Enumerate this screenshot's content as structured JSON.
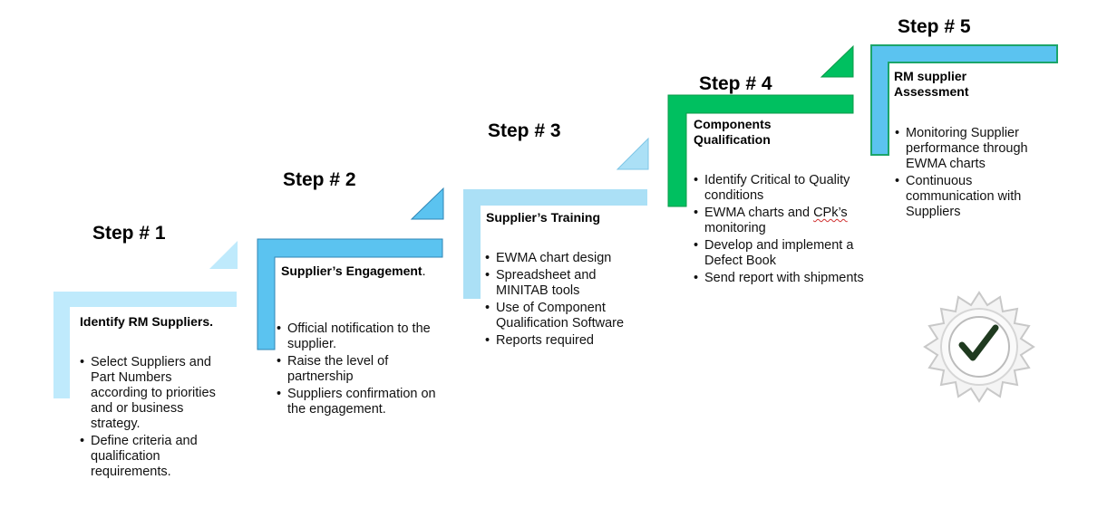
{
  "colors": {
    "step1": "#bfeafc",
    "step2": "#5bc3f0",
    "step2_stroke": "#2f86b5",
    "step3": "#abe0f6",
    "step4": "#00c060",
    "step4_stroke": "#0a9a48",
    "step5": "#5bc3f0",
    "step5_stroke": "#1ba56a"
  },
  "steps": [
    {
      "heading": "Step # 1",
      "title": "Identify RM Suppliers.",
      "bullets": [
        "Select Suppliers and Part Numbers according to priorities and or business strategy.",
        "Define criteria and qualification requirements."
      ]
    },
    {
      "heading": "Step # 2",
      "title_main": "Supplier’s Engagement",
      "title_suffix": ".",
      "bullets": [
        " Official notification to the supplier.",
        "Raise the level of partnership",
        " Suppliers  confirmation on the engagement."
      ]
    },
    {
      "heading": "Step # 3",
      "title": "Supplier’s Training",
      "bullets": [
        "EWMA chart design",
        "Spreadsheet and MINITAB tools",
        "Use of Component Qualification Software",
        "Reports required"
      ]
    },
    {
      "heading": "Step # 4",
      "title": "Components Qualification",
      "bullets": [
        "Identify Critical to Quality conditions",
        "EWMA charts and ",
        "Develop and implement a Defect Book",
        "Send report with shipments"
      ],
      "bullet2_flagged": "CPk’s",
      "bullet2_tail": " monitoring"
    },
    {
      "heading": "Step # 5",
      "title": "RM supplier Assessment",
      "bullets": [
        "Monitoring Supplier performance through EWMA charts",
        "Continuous communication with Suppliers"
      ]
    }
  ],
  "badge": {
    "icon": "checkmark-seal-icon"
  }
}
